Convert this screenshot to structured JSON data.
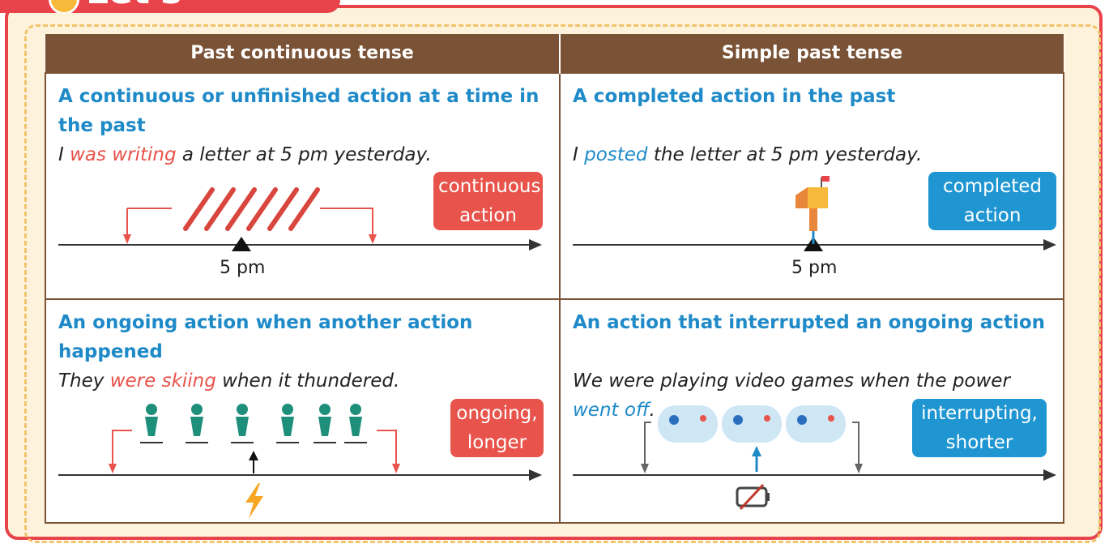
{
  "title": "Let's compare",
  "headers": {
    "left": "Past continuous tense",
    "right": "Simple past tense"
  },
  "rows": [
    {
      "left": {
        "heading": "A continuous or unfinished action at a time in the past",
        "example": {
          "before": "I ",
          "highlight": "was writing",
          "after": " a letter at 5 pm yesterday."
        },
        "tag": "continuous action",
        "time_label": "5 pm"
      },
      "right": {
        "heading": "A completed action in the past",
        "example": {
          "before": "I ",
          "highlight": "posted",
          "after": " the letter at 5 pm yesterday."
        },
        "tag": "completed action",
        "time_label": "5 pm"
      }
    },
    {
      "left": {
        "heading": "An ongoing action when another action happened",
        "example": {
          "before": "They ",
          "highlight": "were skiing",
          "after": " when it thundered."
        },
        "tag": "ongoing, longer"
      },
      "right": {
        "heading": "An action that interrupted an ongoing action",
        "example": {
          "before": "We were playing video games when the power ",
          "highlight": "went off",
          "after": "."
        },
        "tag": "interrupting, shorter"
      }
    }
  ],
  "icons": [
    "pencil-icon",
    "mailbox-icon",
    "skier-icon",
    "lightning-icon",
    "gamepad-icon",
    "empty-battery-icon"
  ],
  "colors": {
    "frame": "#e8434b",
    "header": "#7a5236",
    "heading": "#1f8ac8",
    "highlight_red": "#e8534b",
    "highlight_blue": "#1f8ac8",
    "background": "#fdf3dc"
  }
}
